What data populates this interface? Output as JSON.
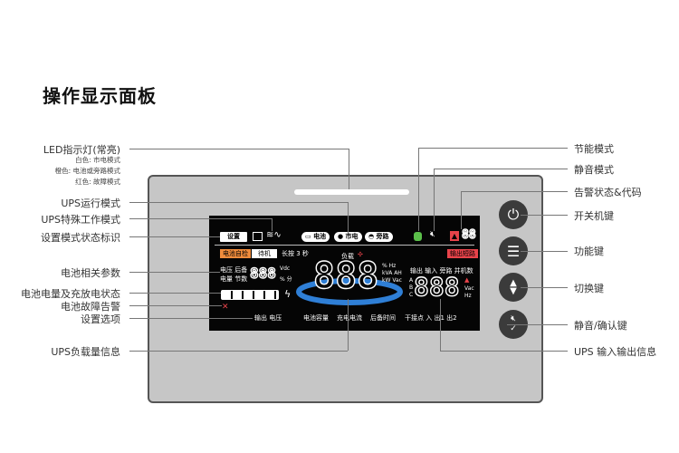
{
  "title": "操作显示面板",
  "left_labels": {
    "led": "LED指示灯(常亮)",
    "led_white": "白色: 市电模式",
    "led_orange": "橙色: 电池或旁路模式",
    "led_red": "红色: 故障模式",
    "run_mode": "UPS运行模式",
    "special_mode": "UPS特殊工作模式",
    "setting_flag": "设置模式状态标识",
    "battery_params": "电池相关参数",
    "battery_level": "电池电量及充放电状态",
    "battery_fault": "电池故障告警",
    "setting_options": "设置选项",
    "load_info": "UPS负载量信息"
  },
  "right_labels": {
    "eco": "节能模式",
    "mute_mode": "静音模式",
    "alarm": "告警状态&代码",
    "power_key": "开关机键",
    "function_key": "功能键",
    "switch_key": "切换键",
    "mute_confirm_key": "静音/确认键",
    "io_info": "UPS 输入输出信息"
  },
  "screen": {
    "setting": "设置",
    "battery": "电池",
    "mains": "市电",
    "bypass": "旁路",
    "alarm_code": "88",
    "self_test": "电池自检",
    "standby": "待机",
    "long_press": "长按 3 秒",
    "short_circuit": "输出短路",
    "load": "负载",
    "bat_row1": "电压 后备",
    "bat_row2": "电量 节数",
    "bat_digits": "888",
    "bat_unit1": "Vdc",
    "bat_unit2": "% 分",
    "main_digits": "888",
    "unit1": "% Hz",
    "unit2": "kVA AH",
    "unit3": "kW Vac",
    "io_header": "输出 输入 旁路 并机数",
    "phase_a": "A",
    "phase_b": "B",
    "phase_c": "C",
    "io_digits": "888",
    "io_unit1": "Vac",
    "io_unit2": "Hz",
    "opt_output_voltage": "输出 电压",
    "opt_capacity": "电池容量",
    "opt_charge": "充电电流",
    "opt_backup": "后备时间",
    "opt_dry": "干接点 入 出1 出2"
  },
  "colors": {
    "orange": "#f08c3c",
    "red": "#e8434a",
    "green": "#5bbf4a",
    "blue": "#2f7fd6",
    "button": "#3b3b3b"
  }
}
